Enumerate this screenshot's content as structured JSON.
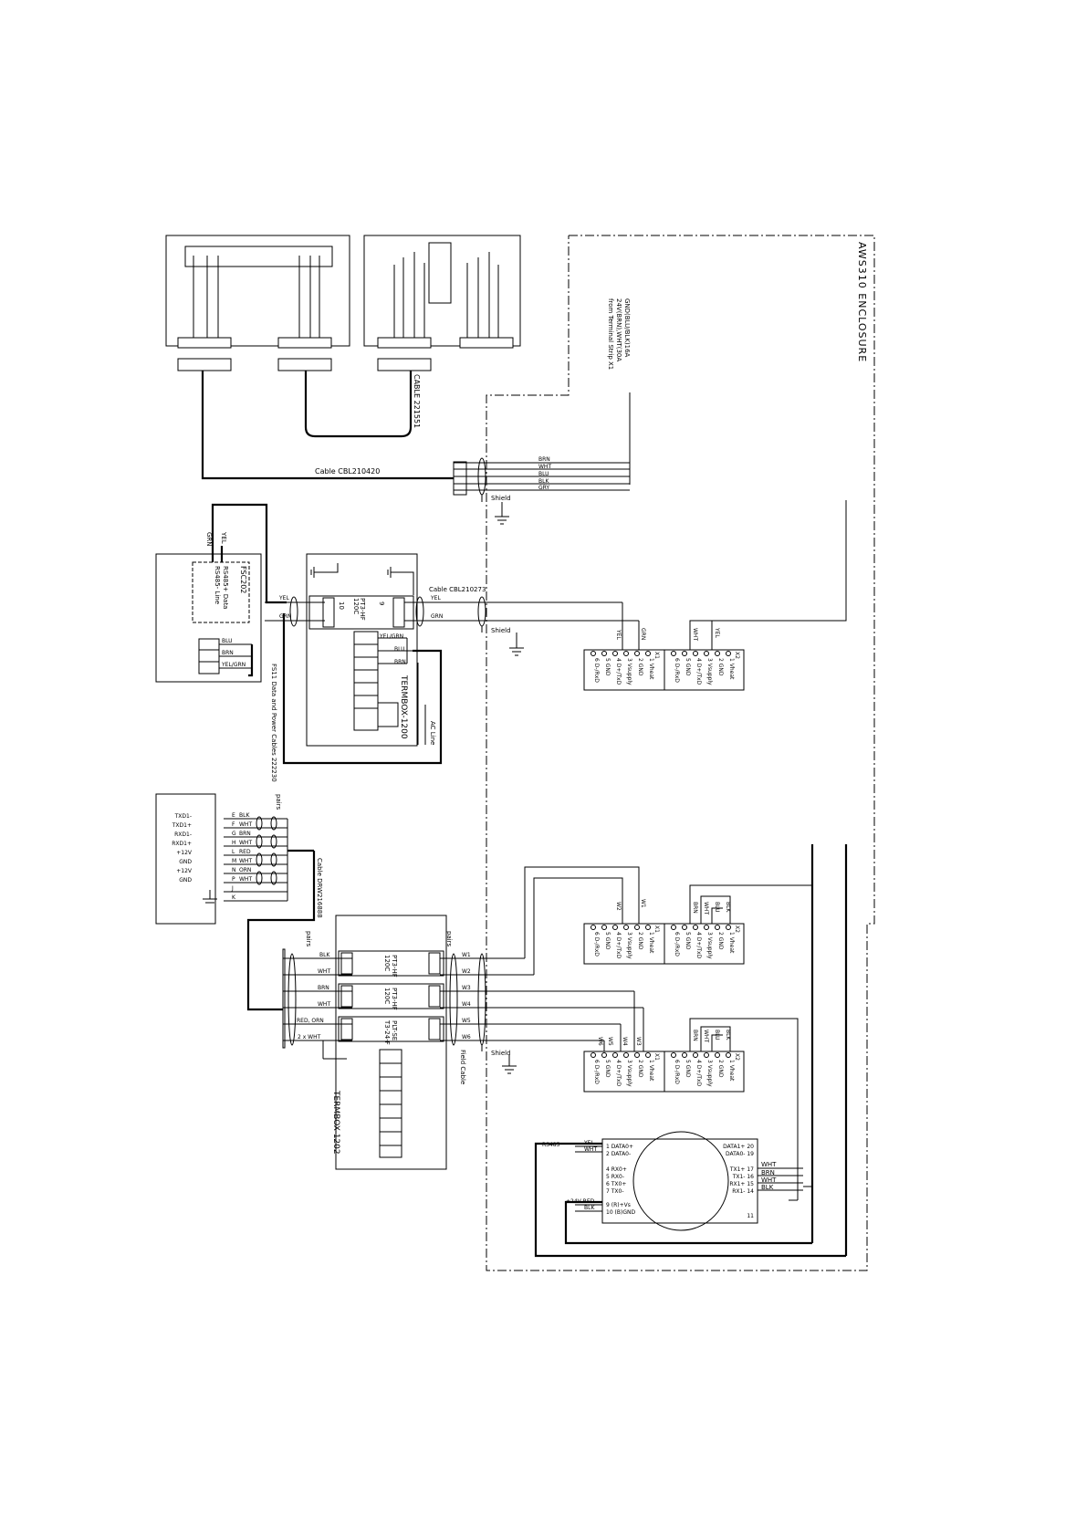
{
  "enclosure": {
    "title": "AWS310 ENCLOSURE"
  },
  "cables": {
    "c1": "Cable CBL210420",
    "c2": "Cable CBL210273",
    "c3": "CABLE 221551",
    "c4": "Cable DRW216888",
    "field": "Field Cable",
    "fs11": "FS11 Data and Power Cables 222230"
  },
  "terminal_note": [
    "from Terminal Strip X1",
    "24V(BRN),WHT(30A",
    "GND(BLU/BLK)16A"
  ],
  "top_bundle_wires": [
    "BRN",
    "WHT",
    "BLU",
    "BLK",
    "GRY"
  ],
  "labels": {
    "shield": "Shield",
    "yel": "YEL",
    "grn": "GRN",
    "blu": "BLU",
    "brn": "BRN",
    "wht": "WHT",
    "blk": "BLK",
    "yel_grn": "YEL/GRN",
    "ac_line": "AC Line",
    "pairs": "pairs",
    "red_orn": "RED, ORN",
    "two_wht": "2 x WHT",
    "rs485": "RS485",
    "p24v_red": "+24V RED",
    "rs485_data_line": "RS485+ Data",
    "rs485_data_line2": "RS485- Line"
  },
  "fs11_box": {
    "title": "FSC202"
  },
  "termbox_a": {
    "title": "TERMBOX-1200",
    "pt": "PT3-HF",
    "pt2": "120C",
    "pins": [
      "10",
      "9"
    ]
  },
  "termbox_b": {
    "title": "TERMBOX-1202",
    "pt_a": "PT3-HF",
    "pt_a2": "120C",
    "pt_b": "PT3-HF",
    "pt_b2": "120C",
    "pt_c": "PLT-SE",
    "pt_c2": "T3-24-F"
  },
  "sensor_box": {
    "signals": [
      "TXD1-",
      "TXD1+",
      "RXD1-",
      "RXD1+",
      "+12V",
      "GND",
      "+12V",
      "GND"
    ],
    "letters": [
      "E",
      "F",
      "G",
      "H",
      "L",
      "M",
      "N",
      "P",
      "J",
      "K"
    ],
    "colors": [
      "BLK",
      "WHT",
      "BRN",
      "WHT",
      "RED",
      "WHT",
      "ORN",
      "WHT"
    ]
  },
  "field_wires": [
    "W1",
    "W2",
    "W3",
    "W4",
    "W5",
    "W6"
  ],
  "field_colors": [
    "BLK",
    "WHT",
    "BRN",
    "WHT"
  ],
  "connector": {
    "left": [
      "1 Vheat",
      "2 GND",
      "3 Vsupply",
      "4 D+/TxD",
      "5 GND",
      "6 D-/RxD"
    ],
    "right": [
      "1 Vheat",
      "2 GND",
      "3 Vsupply",
      "4 D+/TxD",
      "5 GND",
      "6 D-/RxD"
    ],
    "x1": "X1",
    "x2": "X2"
  },
  "conn_wires": {
    "top": {
      "yel": "YEL",
      "grn": "GRN",
      "wht": "WHT",
      "yel2": "YEL"
    },
    "mid": {
      "w1": "W1",
      "w2": "W2",
      "brn": "BRN",
      "wht": "WHT",
      "blu": "BLU",
      "blk": "BLK"
    },
    "bot": {
      "w3": "W3",
      "w4": "W4",
      "w5": "W5",
      "w6": "W6",
      "brn": "BRN",
      "wht": "WHT",
      "blu": "BLU",
      "blk": "BLK"
    }
  },
  "module": {
    "left_pins": [
      "1 DATA0+",
      "2 DATA0-",
      "4 RX0+",
      "5 RX0-",
      "6 TX0+",
      "7 TX0-",
      "9 (R)+Vs",
      "10 (B)GND"
    ],
    "right_pins": [
      "DATA1+ 20",
      "DATA0- 19",
      "TX1+ 17",
      "TX1- 16",
      "RX1+ 15",
      "RX1- 14",
      "11"
    ],
    "right_wires": [
      "WHT",
      "BRN",
      "WHT",
      "BLK"
    ],
    "left_wires": [
      "YEL",
      "WHT",
      "RED",
      "BLK"
    ]
  }
}
